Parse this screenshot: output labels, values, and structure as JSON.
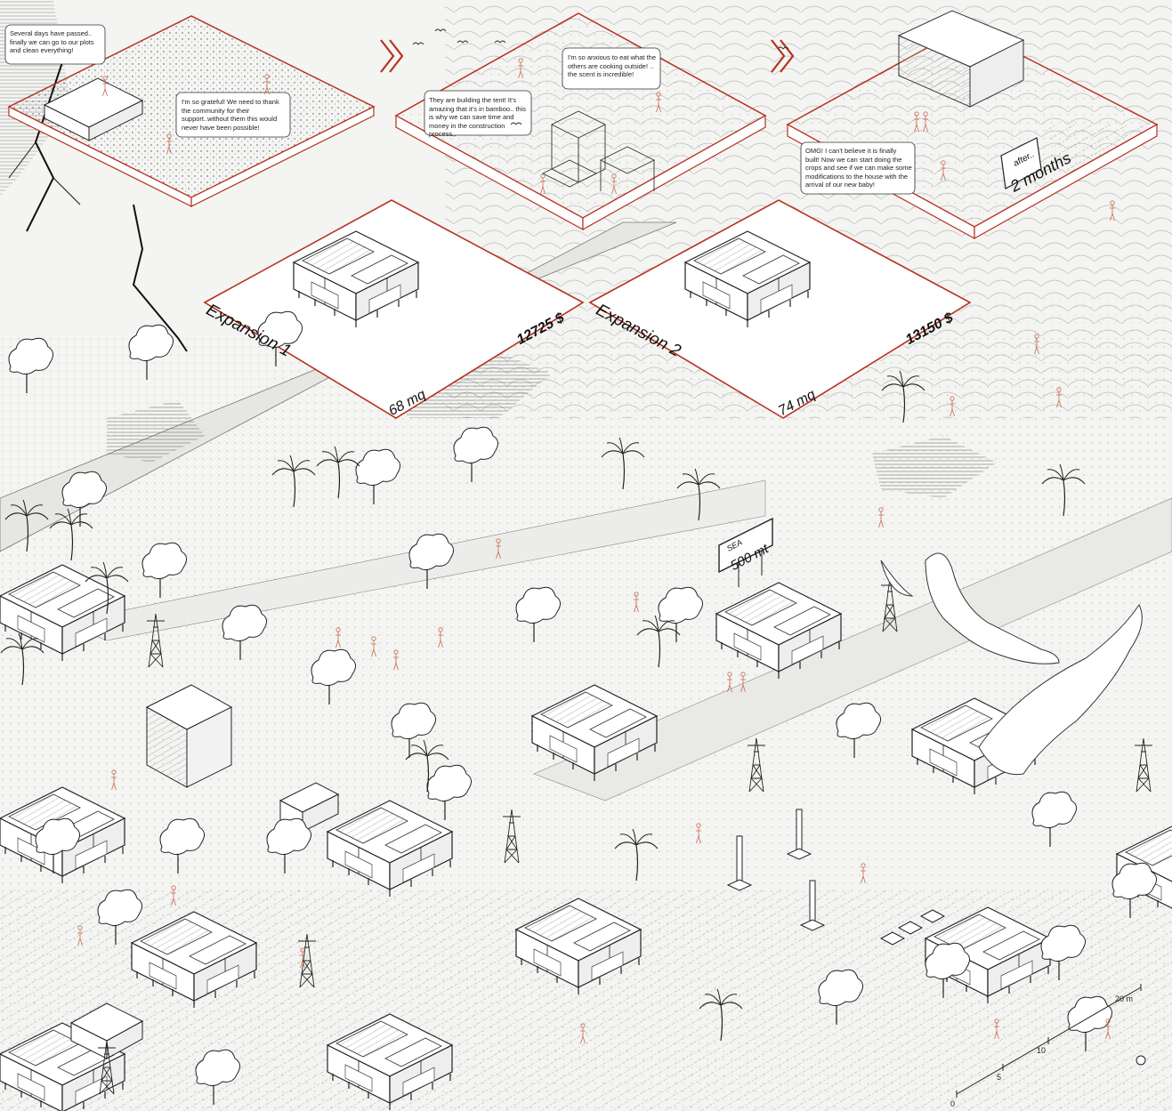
{
  "colors": {
    "accent": "#b5321f",
    "ink": "#1a1a1a",
    "paper": "#f4f4f2",
    "figures": "#c96a4e"
  },
  "panels": {
    "panel_1": {
      "bubble_a": "Several days have passed.. finally we can go to our plots and clean everything!",
      "bubble_b": "I'm so grateful! We need to thank the community for their support..without them this would never have been possible!"
    },
    "panel_2": {
      "bubble_a": "I'm so anxious to eat what the others are cooking outside! .. the scent is incredible!",
      "bubble_b": "They are building the tent! It's amazing that it's in bamboo.. this is why we can save time and money in the construction process.."
    },
    "panel_3": {
      "bubble_a": "OMG! I can't believe it is finally built! Now we can start doing the crops and see if we can make some modifications to the house with the arrival of our new baby!",
      "sign_small": "after..",
      "sign_big": "2 months"
    }
  },
  "expansions": [
    {
      "title": "Expansion 1",
      "price": "12725 $",
      "area": "68 mq"
    },
    {
      "title": "Expansion 2",
      "price": "13150 $",
      "area": "74 mq"
    }
  ],
  "road_sign": {
    "top": "SEA",
    "bottom": "500 mt"
  },
  "scale_bar": {
    "labels": [
      "0",
      "5",
      "10",
      "20 m"
    ]
  },
  "icons": [
    "chevron-right-icon",
    "bird-icon",
    "house-icon",
    "tree-icon",
    "palm-icon",
    "pylon-icon",
    "eagle-icon",
    "person-icon"
  ]
}
